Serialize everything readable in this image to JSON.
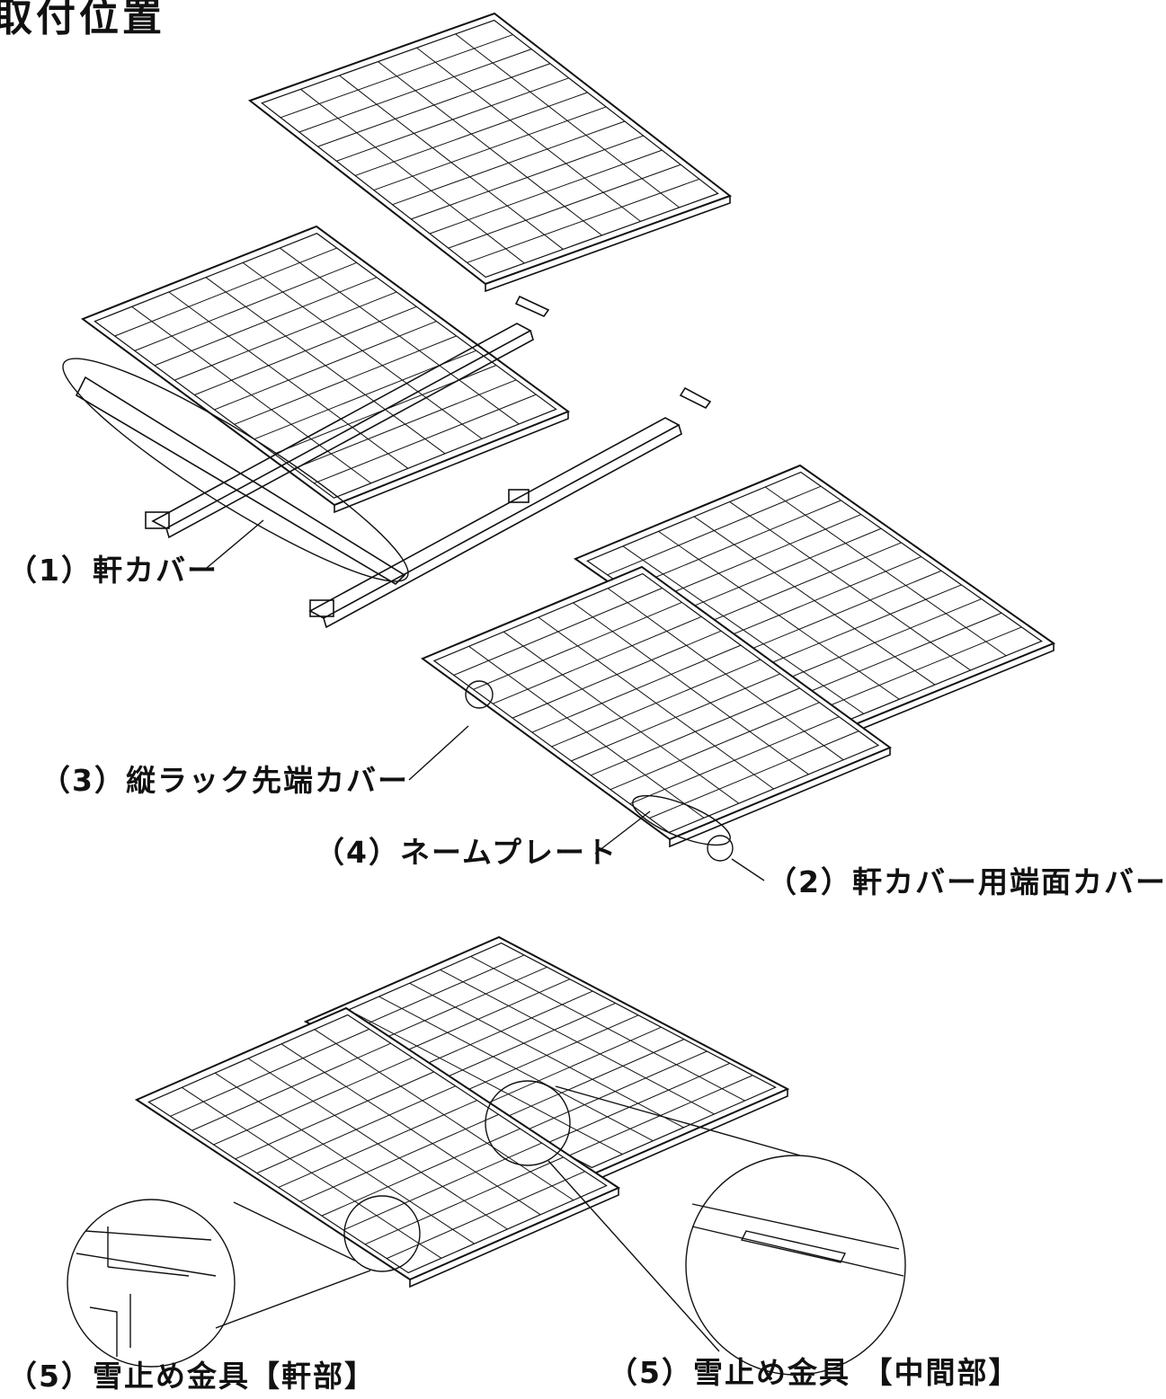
{
  "title": "取付位置",
  "labels": {
    "eave_cover": "（1）軒カバー",
    "eave_cover_end_cap": "（2）軒カバー用端面カバー",
    "rack_tip_cover": "（3）縦ラック先端カバー",
    "name_plate": "（4）ネームプレート",
    "snow_guard_eave": "（5）雪止め金具【軒部】",
    "snow_guard_middle": "（5）雪止め金具 【中間部】"
  },
  "panel_grid": {
    "rows": 6,
    "cols": 12
  },
  "colors": {
    "line": "#111111",
    "panel_fill": "#ffffff"
  }
}
